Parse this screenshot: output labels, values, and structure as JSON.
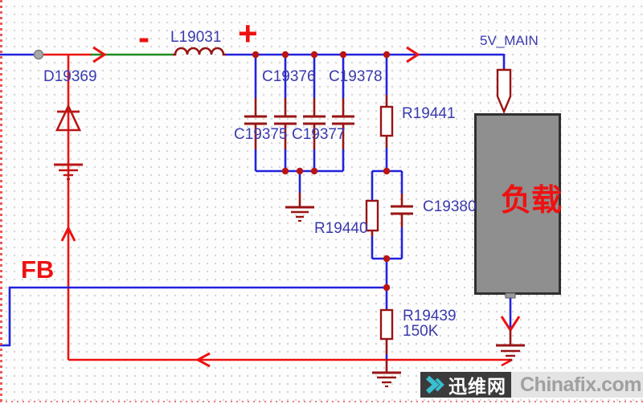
{
  "diagram": {
    "title_note": "buck converter output stage schematic",
    "net": {
      "main_rail": "5V_MAIN",
      "feedback": "FB"
    },
    "polarity": {
      "minus": "-",
      "plus": "+"
    },
    "components": {
      "diode": {
        "label": "D19369"
      },
      "inductor": {
        "label": "L19031"
      },
      "cap_top_left": {
        "label": "C19376"
      },
      "cap_top_right": {
        "label": "C19378"
      },
      "cap_bottom_left": {
        "label": "C19375"
      },
      "cap_bottom_right": {
        "label": "C19377"
      },
      "res_upper": {
        "label": "R19441"
      },
      "res_parallel": {
        "label": "R19440"
      },
      "cap_parallel": {
        "label": "C19380"
      },
      "res_feedback": {
        "label": "R19439",
        "value": "150K"
      },
      "load": {
        "label": "负载"
      }
    },
    "colors": {
      "wire_blue": "#2222dd",
      "flow_red": "#ee1111",
      "wire_green": "#1f8c1f",
      "component_maroon": "#991414",
      "diode_red": "#bb1515",
      "label_blue": "#3a3aae",
      "load_fill": "#8f8f8f",
      "junction_gray": "#a8a8a8"
    }
  },
  "watermark": {
    "site_name": "迅维网",
    "site_domain": "Chinafix.com",
    "logo_color": "#39bfcf"
  }
}
